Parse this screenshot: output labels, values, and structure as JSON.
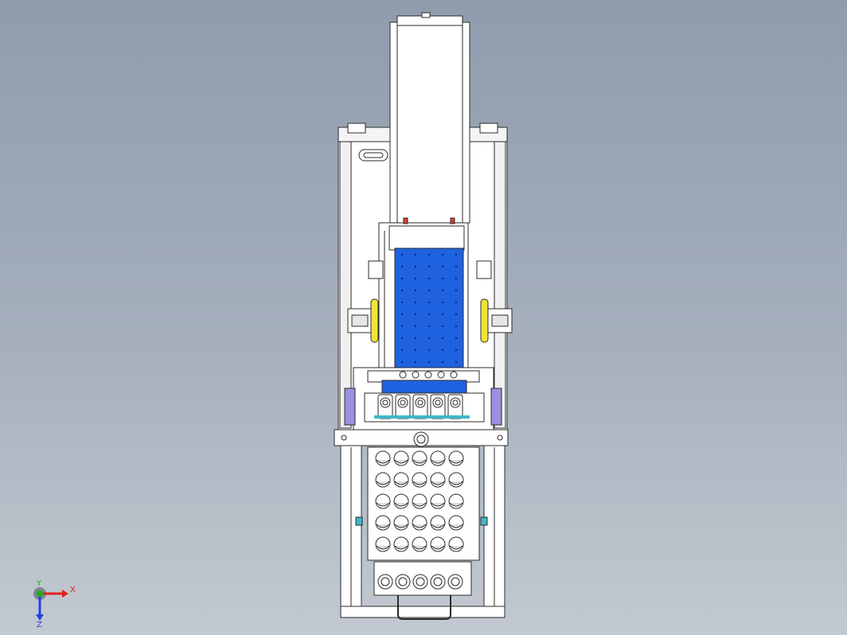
{
  "viewport": {
    "background_top": "#8f9cad",
    "background_bottom": "#c3c9d1"
  },
  "model": {
    "frame_color": "#ffffff",
    "outline_color": "#2b2b2b",
    "carriage_color": "#1f62e0",
    "accent_purple": "#9b8fe0",
    "accent_yellow": "#f0e33a",
    "accent_red": "#e03a2e",
    "accent_cyan": "#3fb8c8",
    "gripper_count": 5,
    "tray_rows": 5,
    "tray_cols": 5
  },
  "triad": {
    "x_label": "X",
    "y_label": "Y",
    "z_label": "Z",
    "x_color": "#e0201c",
    "y_color": "#1bb01b",
    "z_color": "#2040e0"
  }
}
